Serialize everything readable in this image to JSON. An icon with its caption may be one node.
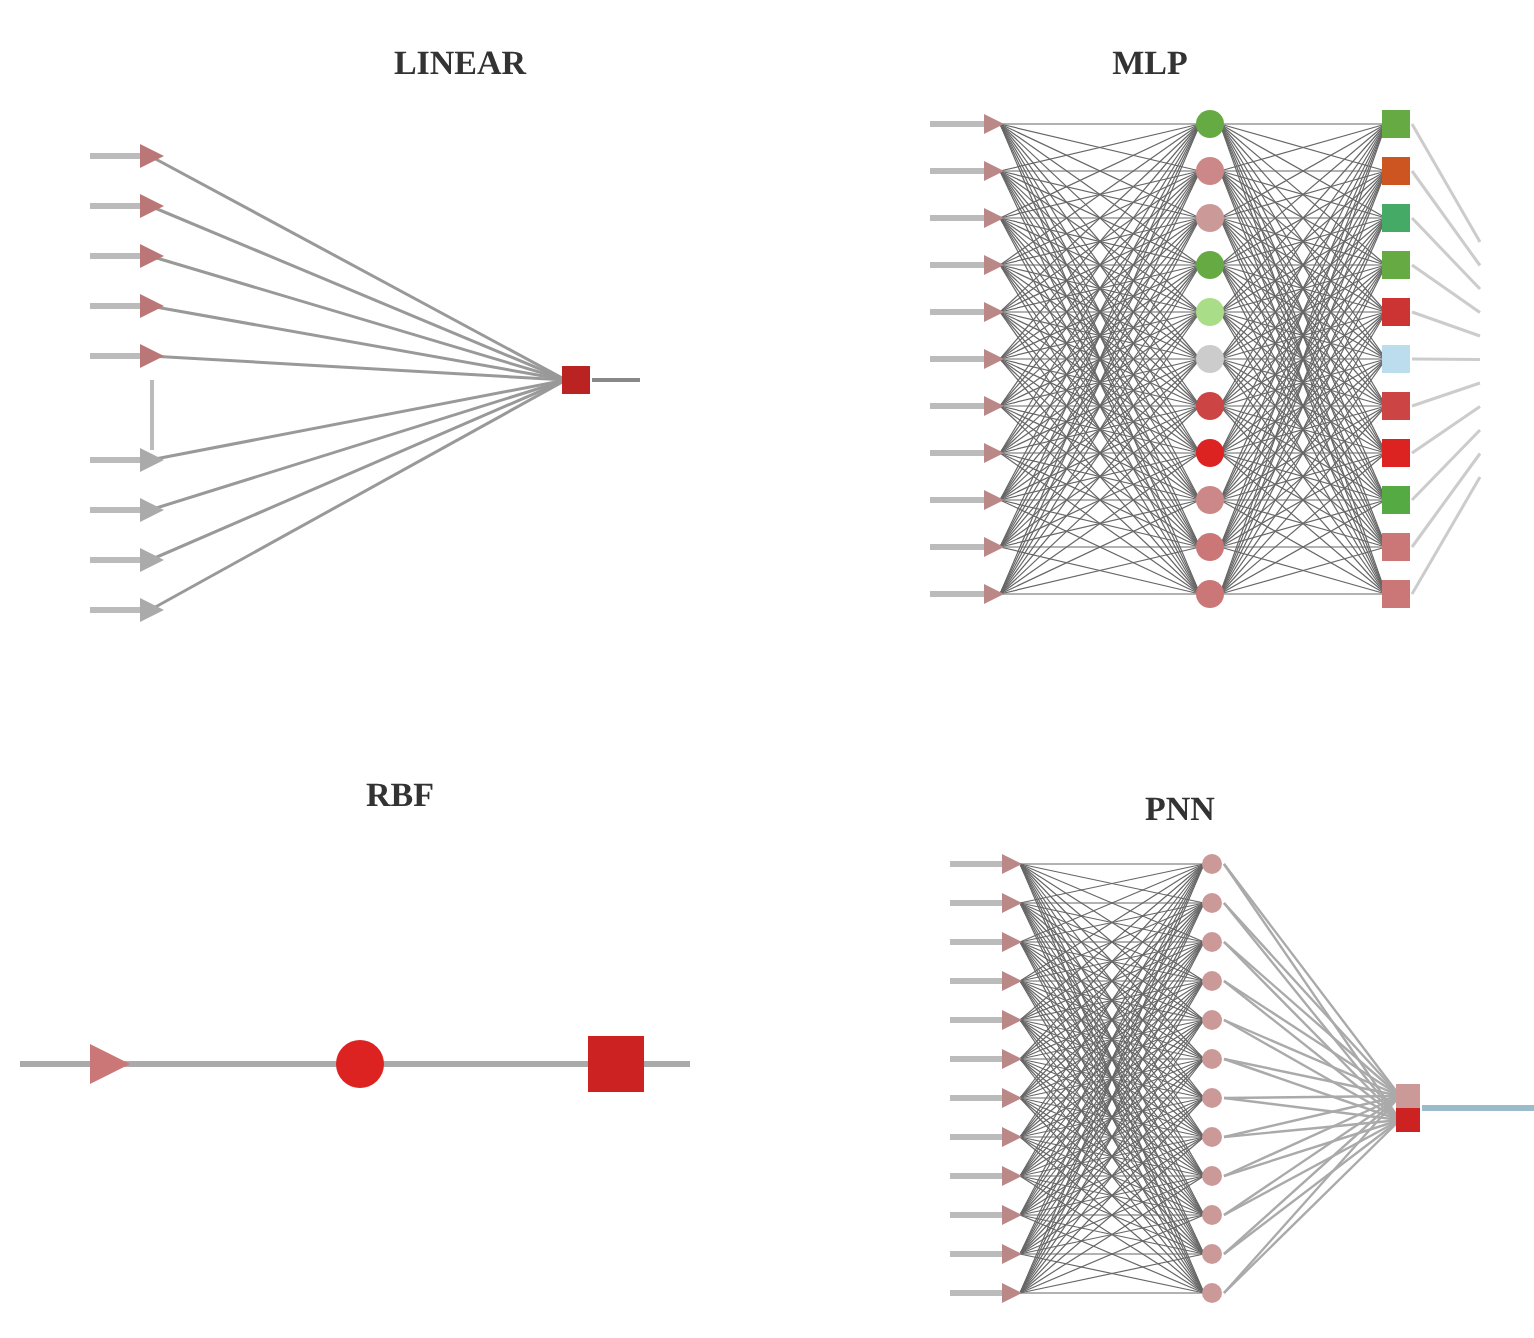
{
  "diagram": {
    "labels": [
      "LINEAR",
      "MLP",
      "RBF",
      "PNN"
    ]
  }
}
